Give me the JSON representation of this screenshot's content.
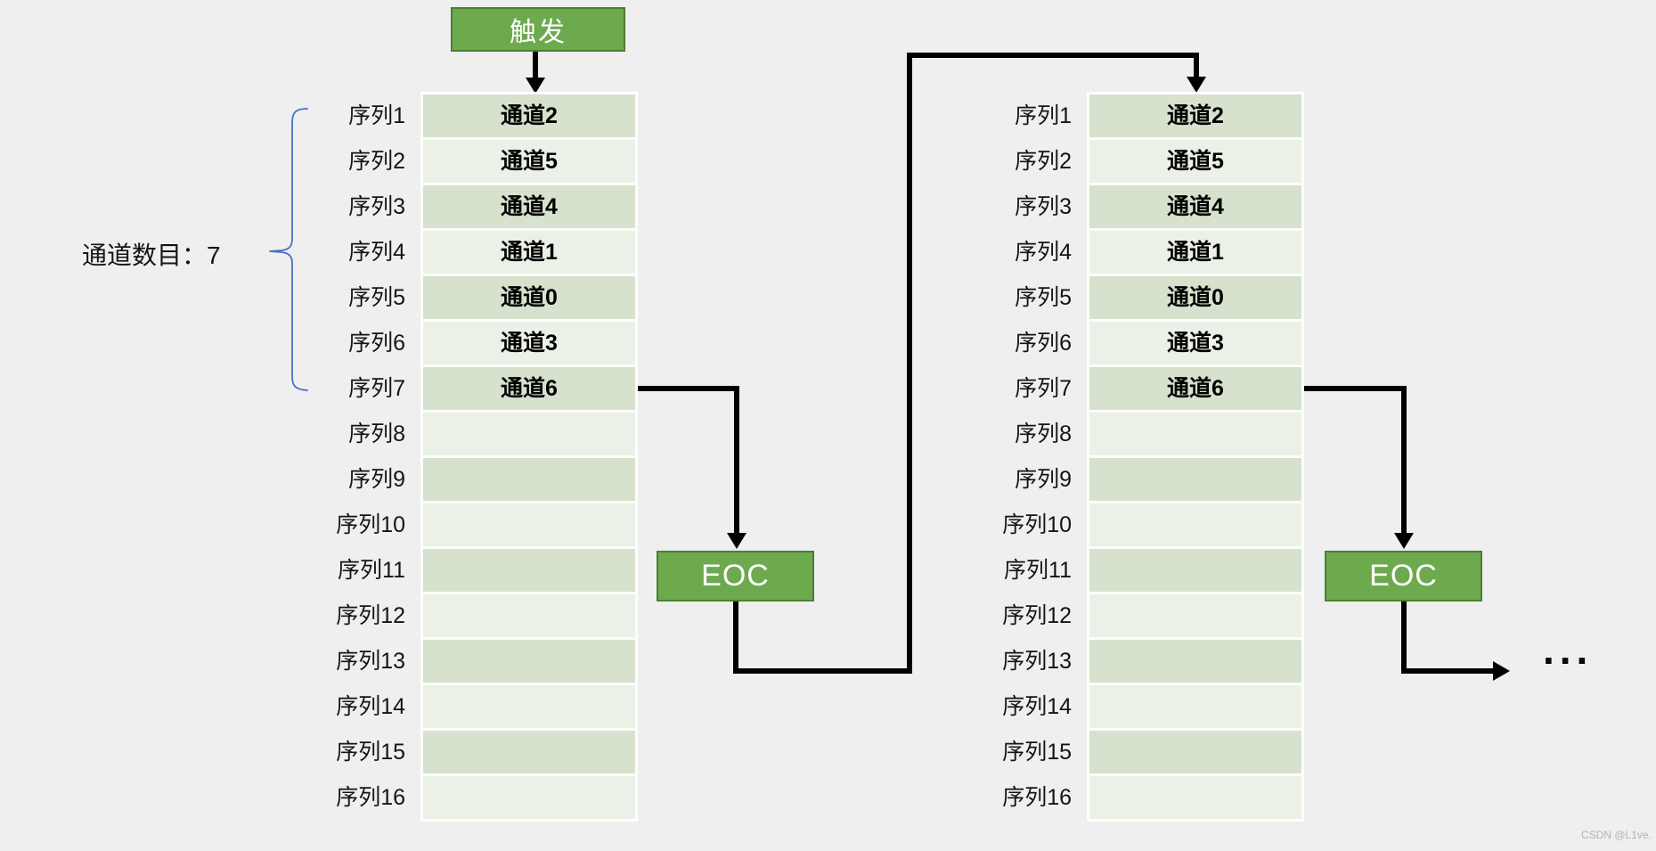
{
  "page": {
    "background": "#efefef",
    "watermark": "CSDN @L1ve."
  },
  "colors": {
    "page_bg": "#efefef",
    "accent_green": "#6caa4d",
    "accent_green_border": "#4f7d33",
    "row_dark": "#d6e2cd",
    "row_light": "#ecf1e7",
    "cell_backing": "#fdfefb",
    "brace_blue": "#4472c4",
    "arrow_black": "#000000",
    "text_color": "#141414",
    "box_text": "#ffffff",
    "watermark_color": "#b3b3b3"
  },
  "annotations": {
    "trigger_label": "触发",
    "channel_count_label": "通道数目：7",
    "eoc_label": "EOC",
    "continuation_ellipsis": "..."
  },
  "sequence_table": {
    "row_labels": [
      "序列1",
      "序列2",
      "序列3",
      "序列4",
      "序列5",
      "序列6",
      "序列7",
      "序列8",
      "序列9",
      "序列10",
      "序列11",
      "序列12",
      "序列13",
      "序列14",
      "序列15",
      "序列16"
    ],
    "channel_assignments": [
      "通道2",
      "通道5",
      "通道4",
      "通道1",
      "通道0",
      "通道3",
      "通道6",
      "",
      "",
      "",
      "",
      "",
      "",
      "",
      "",
      ""
    ]
  }
}
